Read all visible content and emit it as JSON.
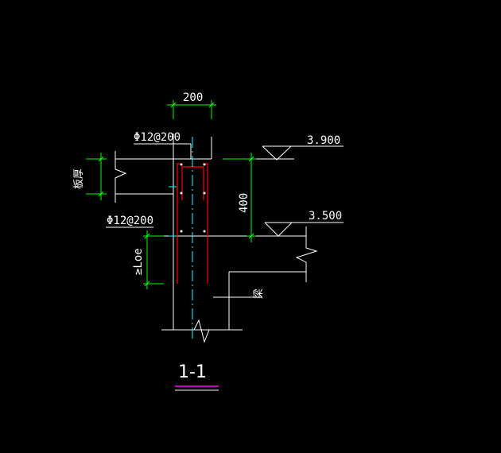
{
  "drawing": {
    "dimension_top": "200",
    "rebar_upper": "Φ12@200",
    "rebar_lower": "Φ12@200",
    "dimension_vertical": "400",
    "level_high": "3.900",
    "level_low": "3.500",
    "slab_thickness_label": "板厚",
    "anchorage_label": "≥Loe",
    "beam_label": "梁",
    "section_title": "1-1"
  },
  "colors": {
    "background": "#000000",
    "line": "#ffffff",
    "dimension": "#00ff00",
    "rebar": "#ff0000",
    "centerline": "#00ffff",
    "title_underline": "#ff00ff"
  }
}
